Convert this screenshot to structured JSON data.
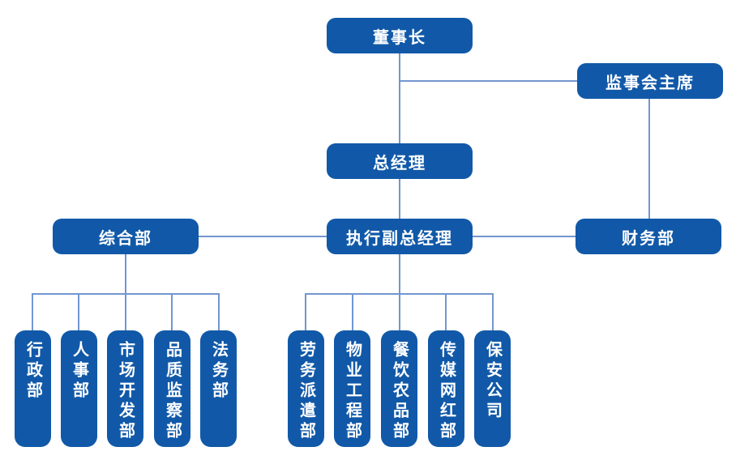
{
  "colors": {
    "box_fill": "#1159A8",
    "box_text": "#ffffff",
    "line": "#7396CF",
    "background": "#ffffff"
  },
  "org_chart": {
    "type": "organization-chart",
    "nodes": {
      "chairman": "董事长",
      "supervisory_chairman": "监事会主席",
      "general_manager": "总经理",
      "executive_deputy_gm": "执行副总经理",
      "general_dept": "综合部",
      "finance_dept": "财务部"
    },
    "left_children": [
      "行政部",
      "人事部",
      "市场开发部",
      "品质监察部",
      "法务部"
    ],
    "right_children": [
      "劳务派遣部",
      "物业工程部",
      "餐饮农品部",
      "传媒网红部",
      "保安公司"
    ],
    "edges": [
      [
        "董事长",
        "监事会主席"
      ],
      [
        "董事长",
        "总经理"
      ],
      [
        "总经理",
        "执行副总经理"
      ],
      [
        "执行副总经理",
        "综合部"
      ],
      [
        "执行副总经理",
        "财务部"
      ],
      [
        "监事会主席",
        "财务部"
      ],
      [
        "综合部",
        "行政部"
      ],
      [
        "综合部",
        "人事部"
      ],
      [
        "综合部",
        "市场开发部"
      ],
      [
        "综合部",
        "品质监察部"
      ],
      [
        "综合部",
        "法务部"
      ],
      [
        "执行副总经理",
        "劳务派遣部"
      ],
      [
        "执行副总经理",
        "物业工程部"
      ],
      [
        "执行副总经理",
        "餐饮农品部"
      ],
      [
        "执行副总经理",
        "传媒网红部"
      ],
      [
        "执行副总经理",
        "保安公司"
      ]
    ]
  }
}
